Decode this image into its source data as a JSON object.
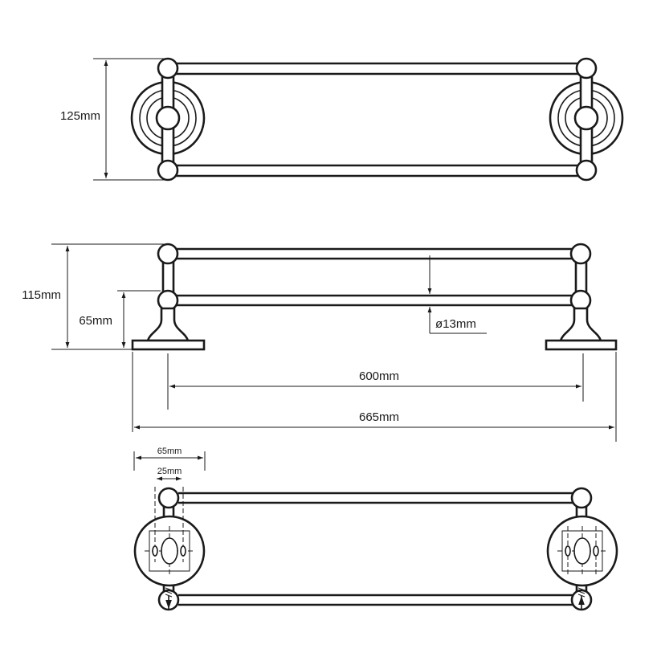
{
  "front_view": {
    "height_label": "125mm"
  },
  "side_view": {
    "total_height_label": "115mm",
    "lower_bar_height_label": "65mm",
    "bar_diameter_label": "ø13mm",
    "inner_width_label": "600mm",
    "overall_width_label": "665mm"
  },
  "top_view": {
    "base_width_label": "65mm",
    "hole_spacing_label": "25mm"
  },
  "colors": {
    "line": "#1a1a1a",
    "background": "#ffffff"
  }
}
